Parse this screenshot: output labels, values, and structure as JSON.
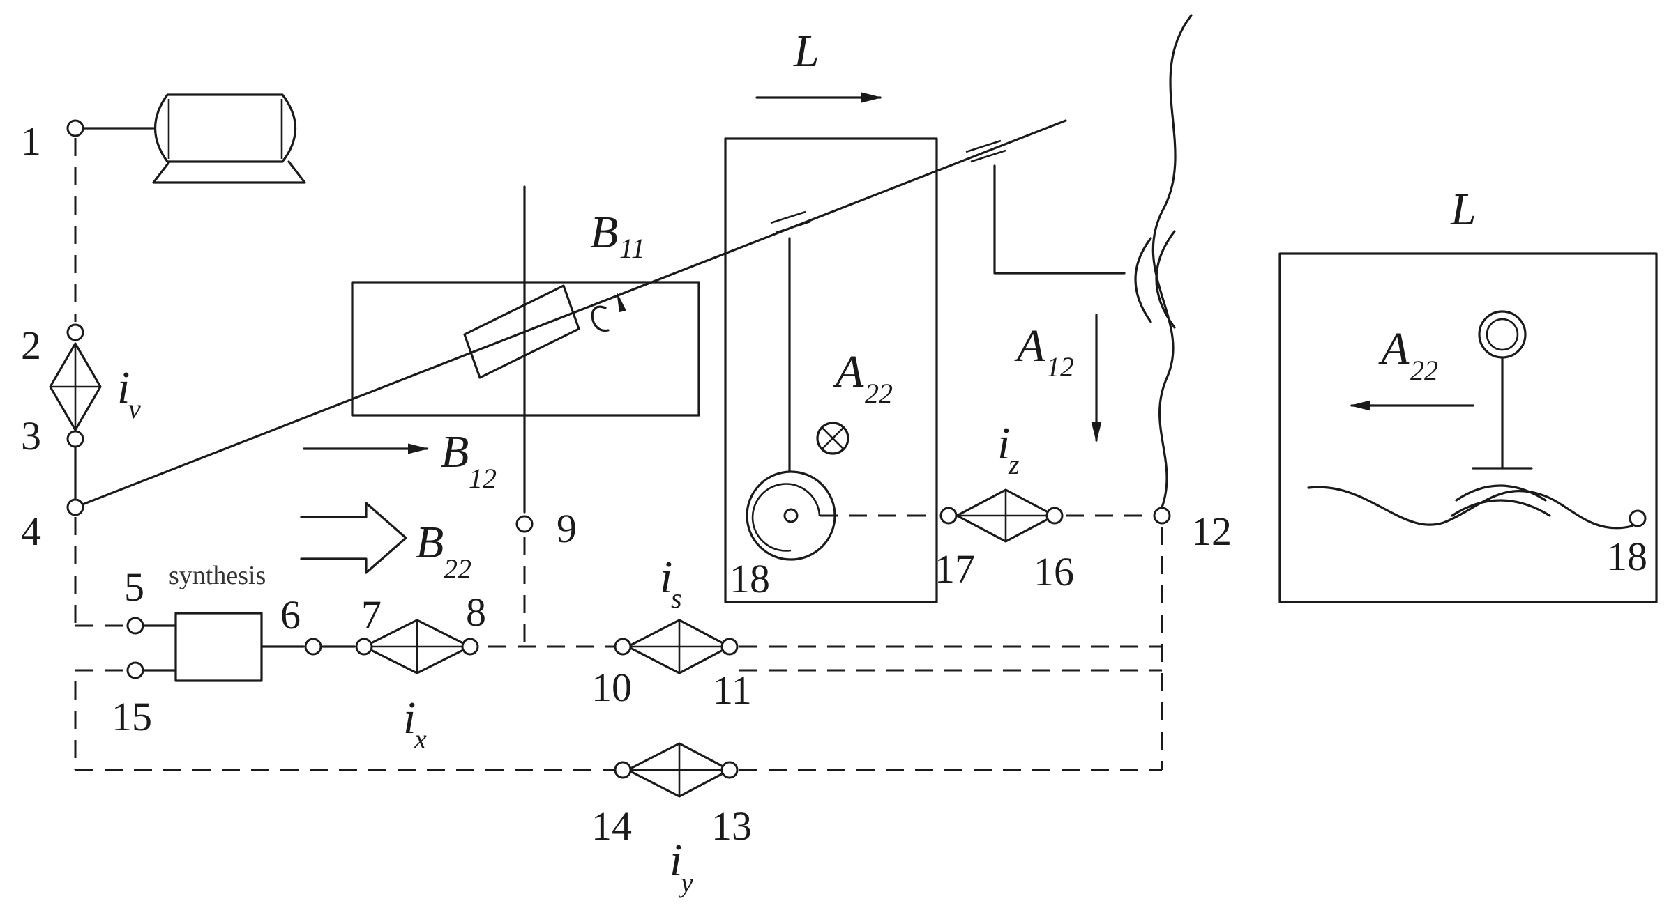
{
  "nodes": {
    "n1": "1",
    "n2": "2",
    "n3": "3",
    "n4": "4",
    "n5": "5",
    "n6": "6",
    "n7": "7",
    "n8": "8",
    "n9": "9",
    "n10": "10",
    "n11": "11",
    "n12": "12",
    "n13": "13",
    "n14": "14",
    "n15": "15",
    "n16": "16",
    "n17": "17",
    "n18": "18",
    "n18b": "18"
  },
  "labels": {
    "synthesis": "synthesis",
    "L_main": "L",
    "L_inset": "L",
    "B11": {
      "base": "B",
      "sub": "11"
    },
    "B12": {
      "base": "B",
      "sub": "12"
    },
    "B22": {
      "base": "B",
      "sub": "22"
    },
    "A12": {
      "base": "A",
      "sub": "12"
    },
    "A22": {
      "base": "A",
      "sub": "22"
    },
    "A22_inset": {
      "base": "A",
      "sub": "22"
    },
    "iv": {
      "base": "i",
      "sub": "v"
    },
    "ix": {
      "base": "i",
      "sub": "x"
    },
    "is": {
      "base": "i",
      "sub": "s"
    },
    "iy": {
      "base": "i",
      "sub": "y"
    },
    "iz": {
      "base": "i",
      "sub": "z"
    }
  }
}
